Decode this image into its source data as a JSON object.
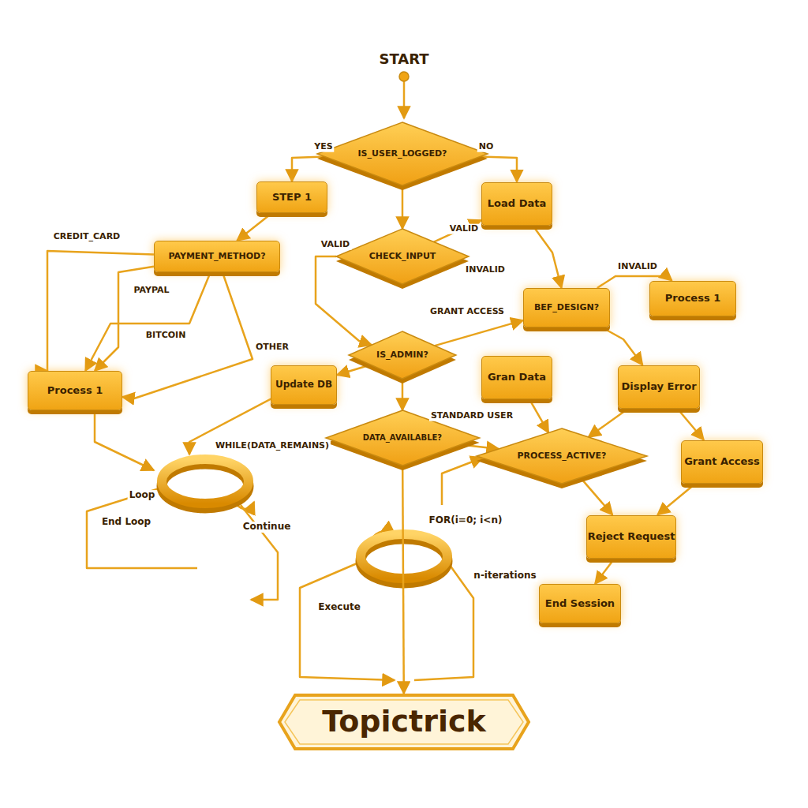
{
  "diagram": {
    "nodes": [
      {
        "text": [
          "IS_USER_LOGGED?"
        ]
      },
      {
        "text": [
          "STEP 1"
        ]
      },
      {
        "text": [
          "Load Data"
        ]
      },
      {
        "text": [
          "PAYMENT_METHOD?"
        ]
      },
      {
        "text": [
          "CHECK_INPUT"
        ]
      },
      {
        "text": [
          "BEF_DESIGN?"
        ]
      },
      {
        "text": [
          "Process 1"
        ]
      },
      {
        "text": [
          "IS_ADMIN?"
        ]
      },
      {
        "text": [
          "Process 1"
        ]
      },
      {
        "text": [
          "Update DB"
        ]
      },
      {
        "text": [
          "Gran Data"
        ]
      },
      {
        "text": [
          "Display Error"
        ]
      },
      {
        "text": [
          "DATA_AVAILABLE?"
        ]
      },
      {
        "text": [
          "PROCESS_ACTIVE?"
        ]
      },
      {
        "text": [
          "Grant Access"
        ]
      },
      {
        "text": [
          "Reject Request"
        ]
      },
      {
        "text": [
          "End Session"
        ]
      },
      {
        "text": [
          "Topictrick"
        ]
      }
    ],
    "edges": [
      {
        "from": 0,
        "to": 1,
        "label": "YES",
        "arrow": "to"
      },
      {
        "from": 0,
        "to": 2,
        "label": "NO",
        "arrow": "to"
      },
      {
        "from": 0,
        "to": 4,
        "arrow": "to"
      },
      {
        "from": 1,
        "to": 3,
        "arrow": "to"
      },
      {
        "from": 4,
        "to": 2,
        "label": "VALID",
        "arrow": "to"
      },
      {
        "from": 4,
        "to": 7,
        "label": "VALID",
        "arrow": "to"
      },
      {
        "from": 3,
        "to": 8,
        "label": "CREDIT_CARD",
        "arrow": "to"
      },
      {
        "from": 3,
        "to": 8,
        "label": "PAYPAL",
        "arrow": "to"
      },
      {
        "from": 3,
        "to": 8,
        "label": "BITCOIN",
        "arrow": "to"
      },
      {
        "from": 3,
        "to": 8,
        "label": "OTHER",
        "arrow": "to"
      },
      {
        "from": 2,
        "to": 5,
        "arrow": "to"
      },
      {
        "from": 5,
        "to": 6,
        "label": "INVALID",
        "arrow": "to"
      },
      {
        "from": 7,
        "to": 5,
        "label": "GRANT ACCESS",
        "arrow": "to"
      },
      {
        "from": 7,
        "to": 9,
        "arrow": "to"
      },
      {
        "from": 7,
        "to": 12,
        "arrow": "to"
      },
      {
        "from": 12,
        "to": 13,
        "label": "STANDARD USER",
        "arrow": "to"
      },
      {
        "from": 5,
        "to": 11,
        "arrow": "to"
      },
      {
        "from": 10,
        "to": 13,
        "arrow": "to"
      },
      {
        "from": 11,
        "to": 13,
        "arrow": "to"
      },
      {
        "from": 11,
        "to": 14,
        "arrow": "to"
      },
      {
        "from": 13,
        "to": 15,
        "arrow": "to"
      },
      {
        "from": 14,
        "to": 15,
        "arrow": "to"
      },
      {
        "from": 15,
        "to": 16,
        "arrow": "to"
      },
      {
        "from": 12,
        "to": 17,
        "arrow": "to"
      }
    ],
    "labels": [
      "START",
      "INVALID",
      "WHILE(DATA_REMAINS)",
      "Loop",
      "End Loop",
      "Continue",
      "FOR(i=0; i<n)",
      "Execute",
      "n-iterations"
    ]
  }
}
